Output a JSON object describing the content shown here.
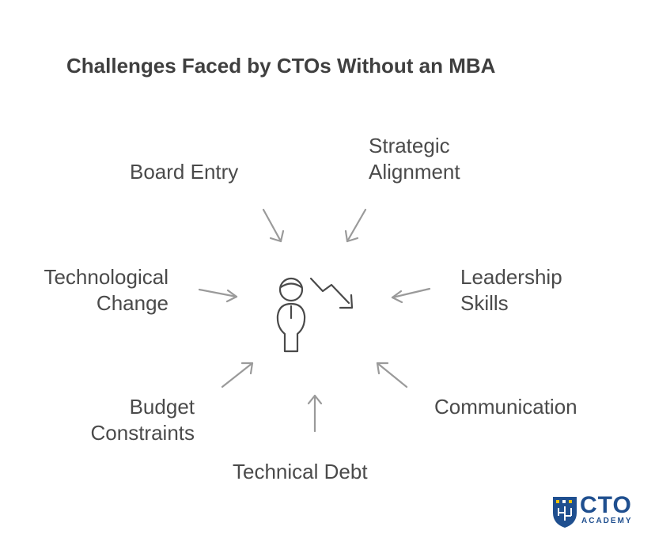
{
  "title": "Challenges Faced by CTOs Without an MBA",
  "labels": {
    "board_entry": [
      "Board Entry"
    ],
    "strategic_alignment": [
      "Strategic",
      "Alignment"
    ],
    "technological_change": [
      "Technological",
      "Change"
    ],
    "leadership_skills": [
      "Leadership",
      "Skills"
    ],
    "budget_constraints": [
      "Budget",
      "Constraints"
    ],
    "communication": [
      "Communication"
    ],
    "technical_debt": [
      "Technical Debt"
    ]
  },
  "logo": {
    "name": "CTO",
    "subtitle": "ACADEMY",
    "color": "#1f4f8f",
    "accent": "#f2c200"
  },
  "colors": {
    "arrow": "#9a9a9a",
    "icon": "#4a4a4a",
    "text": "#4a4a4a"
  }
}
